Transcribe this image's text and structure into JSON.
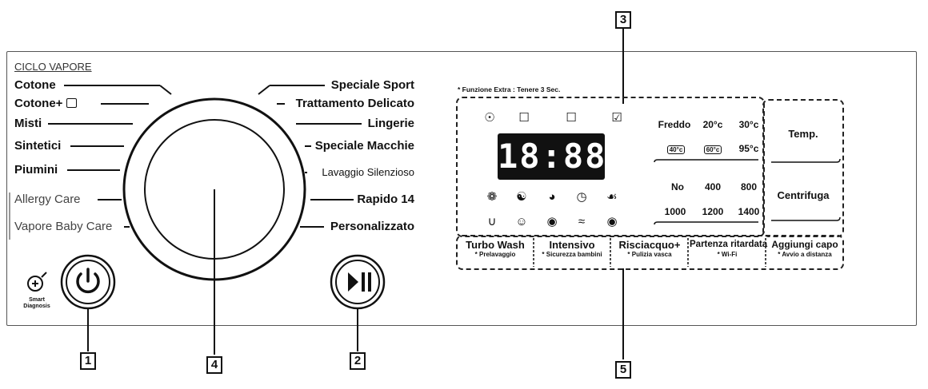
{
  "callouts": [
    "1",
    "2",
    "3",
    "4",
    "5"
  ],
  "ciclo_vapore_label": "CICLO VAPORE",
  "programs_left": [
    "Cotone",
    "Cotone+",
    "Misti",
    "Sintetici",
    "Piumini",
    "Allergy Care",
    "Vapore Baby Care"
  ],
  "programs_right": [
    "Speciale Sport",
    "Trattamento Delicato",
    "Lingerie",
    "Speciale Macchie",
    "Lavaggio Silenzioso",
    "Rapido 14",
    "Personalizzato"
  ],
  "smart_diagnosis_label": "Smart Diagnosis",
  "extra_function_note": "* Funzione Extra : Tenere 3 Sec.",
  "display_digits": "18:88",
  "temperatures": {
    "row1": [
      "Freddo",
      "20°c",
      "30°c"
    ],
    "row2": [
      "40°c",
      "60°c",
      "95°c"
    ]
  },
  "spin_speeds": {
    "row1": [
      "No",
      "400",
      "800"
    ],
    "row2": [
      "1000",
      "1200",
      "1400"
    ]
  },
  "side_buttons": [
    "Temp.",
    "Centrifuga"
  ],
  "function_buttons": [
    {
      "label": "Turbo Wash",
      "sub": "* Prelavaggio"
    },
    {
      "label": "Intensivo",
      "sub": "* Sicurezza bambini"
    },
    {
      "label": "Risciacquo+",
      "sub": "* Pulizia vasca"
    },
    {
      "label": "Partenza ritardata",
      "sub": "* Wi-Fi"
    },
    {
      "label": "Aggiungi capo",
      "sub": "* Avvio a distanza"
    }
  ],
  "icons": {
    "top_row": [
      "no-rinse-icon",
      "pre-wash-icon",
      "wash-icon",
      "rinse-icon"
    ],
    "mid_row": [
      "spin-icon",
      "steam-icon",
      "soak-icon",
      "timer-icon",
      "add-item-icon"
    ],
    "bottom_row": [
      "door-lock-icon",
      "child-lock-icon",
      "tub-clean-icon",
      "wifi-icon",
      "remote-start-icon"
    ]
  }
}
